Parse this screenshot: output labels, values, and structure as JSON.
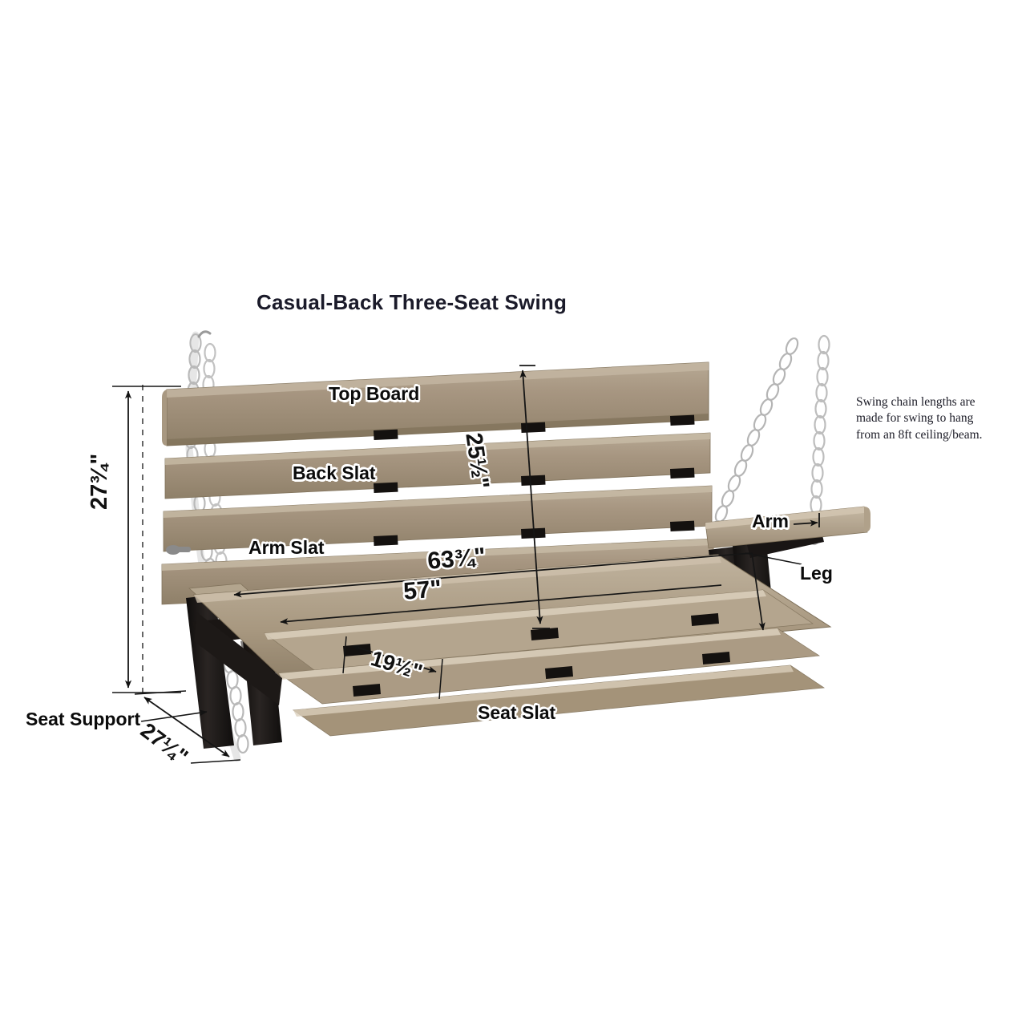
{
  "page": {
    "title": "Casual-Back Three-Seat Swing",
    "background_color": "#ffffff"
  },
  "note": {
    "line1": "Swing chain lengths are",
    "line2": "made for swing to hang",
    "line3": "from an 8ft ceiling/beam."
  },
  "part_labels": {
    "top_board": "Top Board",
    "back_slat": "Back Slat",
    "arm_slat": "Arm Slat",
    "arm": "Arm",
    "leg": "Leg",
    "seat_slat": "Seat Slat",
    "seat_support": "Seat Support"
  },
  "dimensions": {
    "overall_height": {
      "whole": "27",
      "numerator": "3",
      "denominator": "4",
      "unit": "\"",
      "text": "27¾\"",
      "orientation": "vertical-left"
    },
    "back_height": {
      "whole": "25",
      "numerator": "1",
      "denominator": "2",
      "unit": "\"",
      "text": "25½\"",
      "orientation": "vertical-center"
    },
    "overall_width": {
      "whole": "63",
      "numerator": "3",
      "denominator": "4",
      "unit": "\"",
      "text": "63¾\"",
      "orientation": "horizontal"
    },
    "seat_width": {
      "whole": "57",
      "numerator": "",
      "denominator": "",
      "unit": "\"",
      "text": "57\"",
      "orientation": "horizontal"
    },
    "seat_depth": {
      "whole": "19",
      "numerator": "1",
      "denominator": "2",
      "unit": "\"",
      "text": "19½\"",
      "orientation": "diagonal"
    },
    "support_depth": {
      "whole": "27",
      "numerator": "1",
      "denominator": "4",
      "unit": "\"",
      "text": "27¼\"",
      "orientation": "diagonal"
    }
  },
  "colors": {
    "wood": "#a79681",
    "wood_light": "#bfb29e",
    "wood_shadow": "#8d7d69",
    "wood_highlight": "#efe9df",
    "frame_black": "#1d1a18",
    "chain": "#9b9b9b",
    "chain_dark": "#6e6e6e",
    "text": "#0b0b0b",
    "title_color": "#1b1b2a",
    "dimension_line": "#1a1a1a"
  }
}
